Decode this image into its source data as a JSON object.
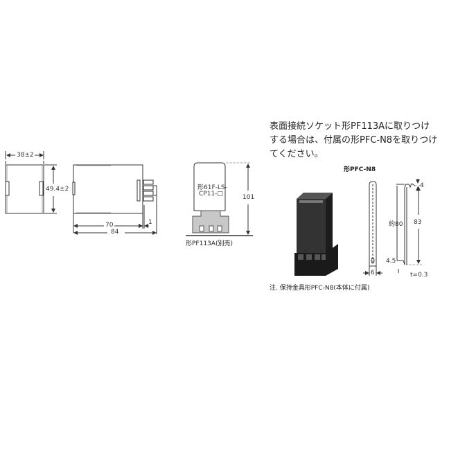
{
  "front_view": {
    "width_label": "38±2",
    "height_label": "49.4±2"
  },
  "side_view": {
    "length_body_label": "70",
    "length_total_label": "84",
    "gap_label": "1"
  },
  "mounted_view": {
    "product_label_line1": "形61F-LS-",
    "product_label_line2": "CP11-□",
    "height_label": "101",
    "socket_caption": "形PF113A(別売)"
  },
  "instruction_note": {
    "line1": "表面接続ソケット形PF113Aに取りつけ",
    "line2": "する場合は、付属の形PFC-N8を取りつけ",
    "line3": "てください。"
  },
  "clip_diagram": {
    "title": "形PFC-N8",
    "dim_top": "4",
    "dim_length_approx": "約80",
    "dim_length": "83",
    "dim_bottom": "4.5",
    "dim_width": "6",
    "thickness": "t=0.3",
    "footnote": "注. 保持金具形PFC-N8(本体に付属)"
  },
  "colors": {
    "line": "#333333",
    "socket_fill": "#c8c8c8",
    "product_dark": "#2a2a2a"
  }
}
